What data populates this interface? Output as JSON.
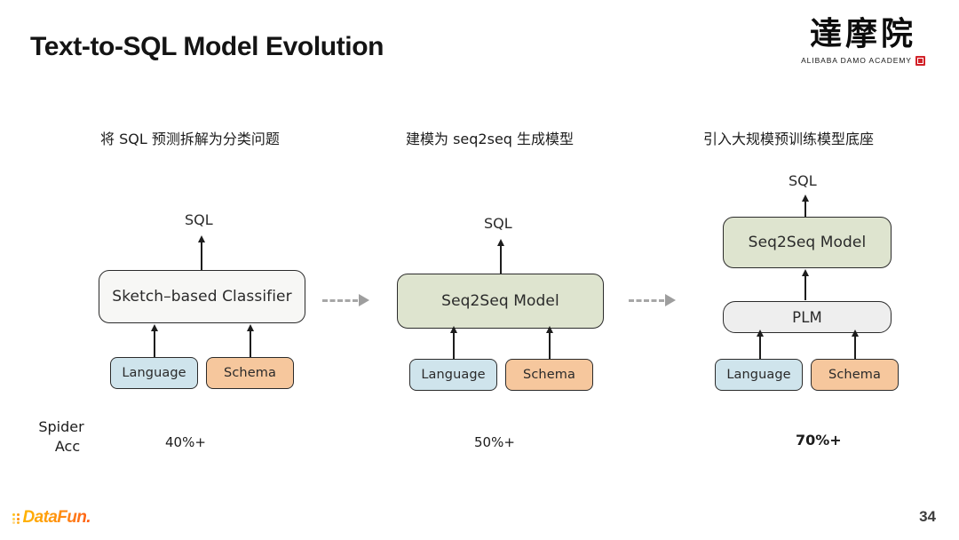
{
  "slide": {
    "title": "Text-to-SQL Model Evolution",
    "page_number": "34"
  },
  "brand": {
    "damo_cn": "達摩院",
    "damo_en": "ALIBABA DAMO ACADEMY",
    "seal_color": "#d2232a",
    "footer_logo": "DataFun."
  },
  "columns": [
    {
      "heading": "将 SQL 预测拆解为分类问题",
      "output_label": "SQL",
      "main_node": "Sketch–based Classifier",
      "main_color": "#f7f7f5",
      "mid_node": null,
      "inputs": [
        {
          "label": "Language",
          "color": "#cfe4ec"
        },
        {
          "label": "Schema",
          "color": "#f6c79d"
        }
      ],
      "metric": "40%+",
      "metric_bold": false
    },
    {
      "heading": "建模为 seq2seq 生成模型",
      "output_label": "SQL",
      "main_node": "Seq2Seq Model",
      "main_color": "#dee4cf",
      "mid_node": null,
      "inputs": [
        {
          "label": "Language",
          "color": "#cfe4ec"
        },
        {
          "label": "Schema",
          "color": "#f6c79d"
        }
      ],
      "metric": "50%+",
      "metric_bold": false
    },
    {
      "heading": "引入大规模预训练模型底座",
      "output_label": "SQL",
      "main_node": "Seq2Seq Model",
      "main_color": "#dee4cf",
      "mid_node": {
        "label": "PLM",
        "color": "#eeeeee"
      },
      "inputs": [
        {
          "label": "Language",
          "color": "#cfe4ec"
        },
        {
          "label": "Schema",
          "color": "#f6c79d"
        }
      ],
      "metric": "70%+",
      "metric_bold": true
    }
  ],
  "metric_axis": {
    "line1": "Spider",
    "line2": "Acc"
  },
  "transitions": [
    {
      "style": "dashed-arrow"
    },
    {
      "style": "dashed-arrow"
    }
  ]
}
